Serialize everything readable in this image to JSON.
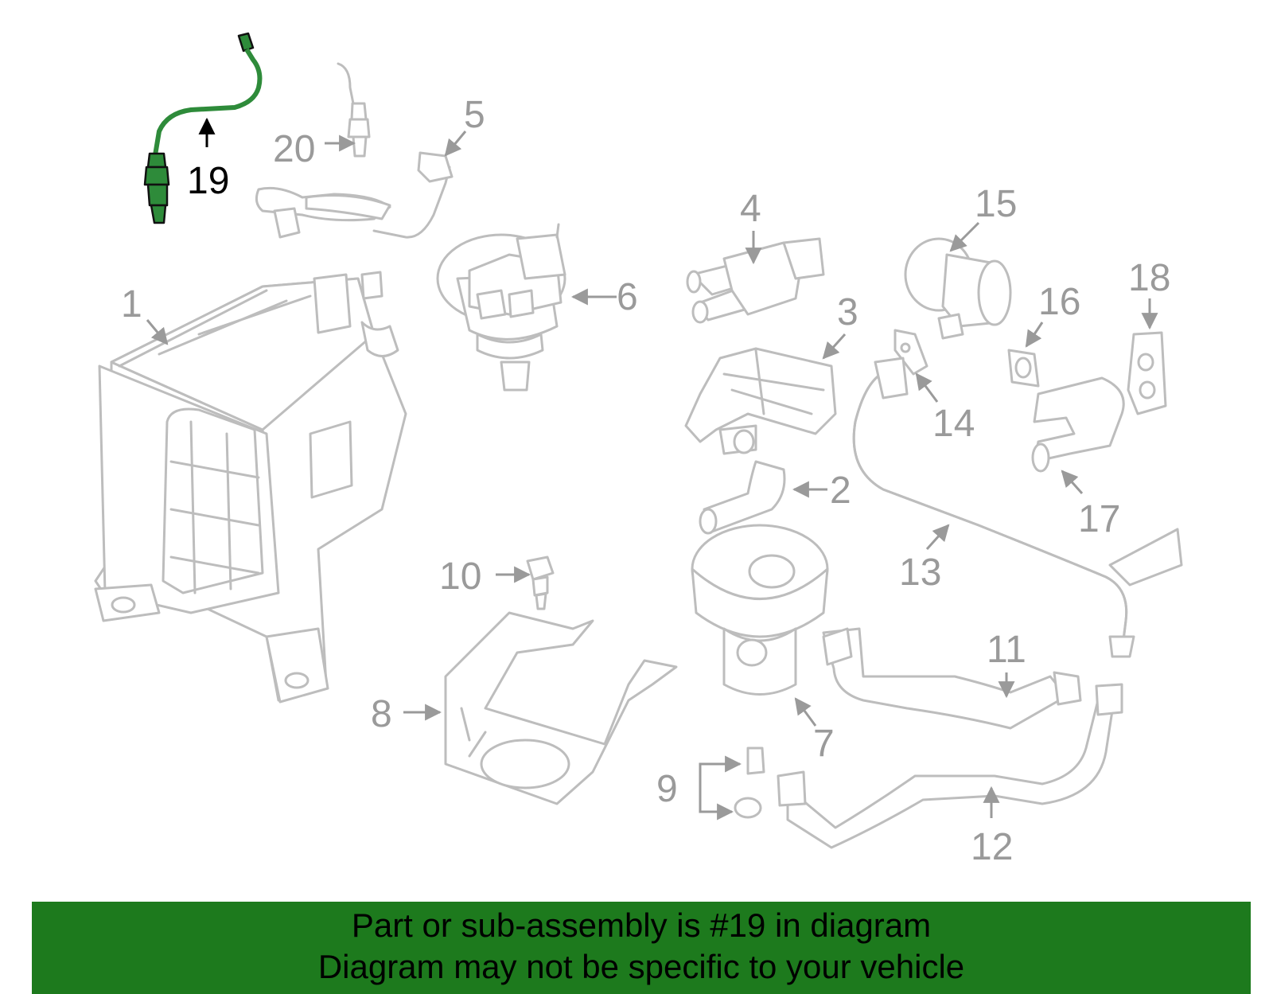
{
  "diagram": {
    "highlight_color": "#2e8b3a",
    "callouts": {
      "c1": "1",
      "c2": "2",
      "c3": "3",
      "c4": "4",
      "c5": "5",
      "c6": "6",
      "c7": "7",
      "c8": "8",
      "c9": "9",
      "c10": "10",
      "c11": "11",
      "c12": "12",
      "c13": "13",
      "c14": "14",
      "c15": "15",
      "c16": "16",
      "c17": "17",
      "c18": "18",
      "c19": "19",
      "c20": "20"
    }
  },
  "banner": {
    "background": "#1d7a1d",
    "line1": "Part or sub-assembly is #19 in diagram",
    "line2": "Diagram may not be specific to your vehicle"
  }
}
